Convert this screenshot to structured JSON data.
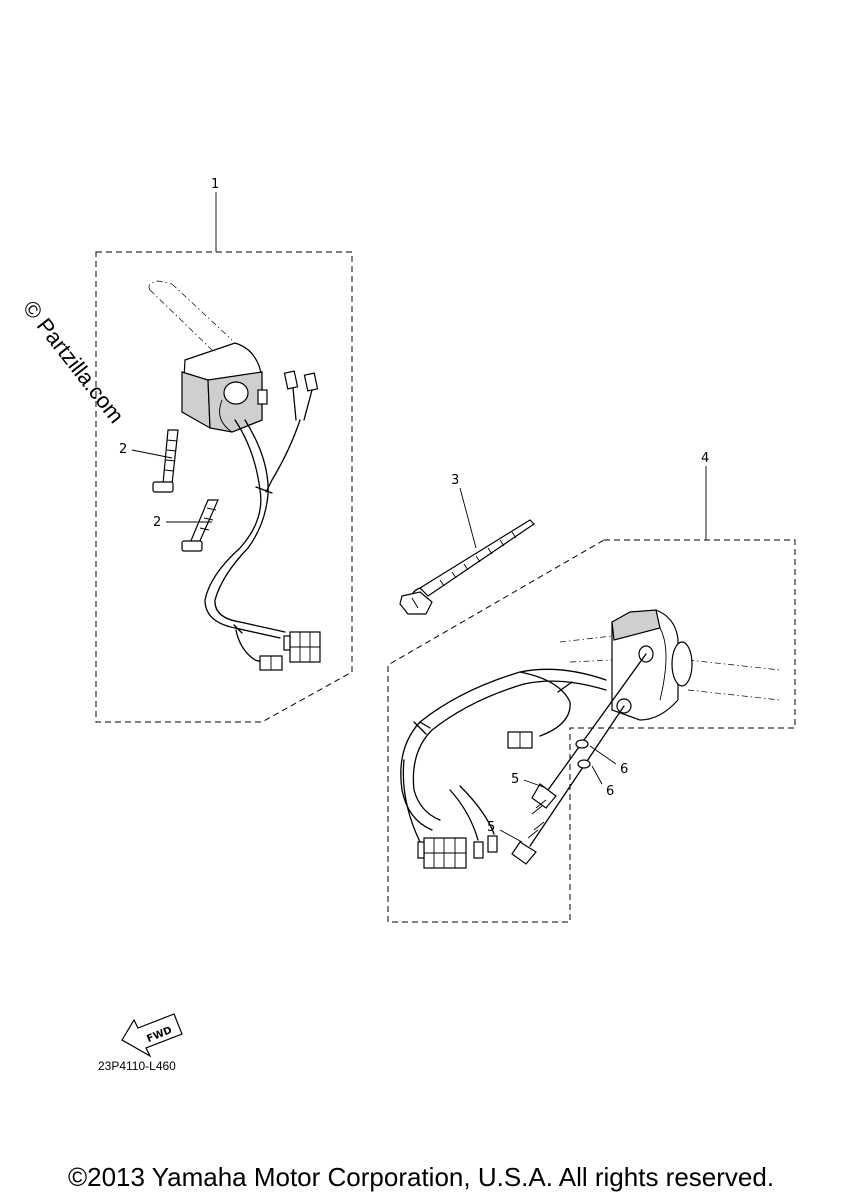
{
  "watermark": "© Partzilla.com",
  "callouts": {
    "c1": "1",
    "c2a": "2",
    "c2b": "2",
    "c3": "3",
    "c4": "4",
    "c5a": "5",
    "c5b": "5",
    "c6a": "6",
    "c6b": "6"
  },
  "fwd_label": "FWD",
  "diagram_code": "23P4110-L460",
  "copyright": "©2013 Yamaha Motor Corporation, U.S.A. All rights reserved."
}
